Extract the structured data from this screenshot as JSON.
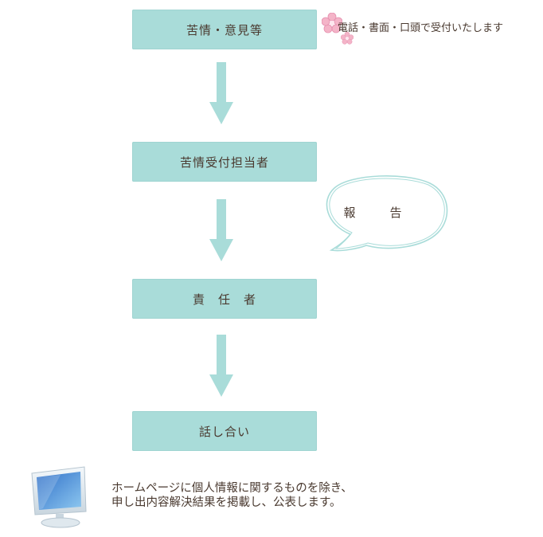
{
  "steps": [
    {
      "label": "苦情・意見等"
    },
    {
      "label": "苦情受付担当者"
    },
    {
      "label": "責　任　者"
    },
    {
      "label": "話し合い"
    }
  ],
  "note": "電話・書面・口頭で受付いたします",
  "bubble": {
    "label": "報　告"
  },
  "footer": {
    "line1": "ホームページに個人情報に関するものを除き、",
    "line2": "申し出内容解決結果を掲載し、公表します。"
  },
  "colors": {
    "box": "#a9dcd9",
    "arrow": "#a9dcd9",
    "text": "#4a3a30",
    "flower": "#f4b4c8"
  },
  "icons": [
    "flower-icon",
    "speech-bubble-icon",
    "monitor-icon"
  ]
}
